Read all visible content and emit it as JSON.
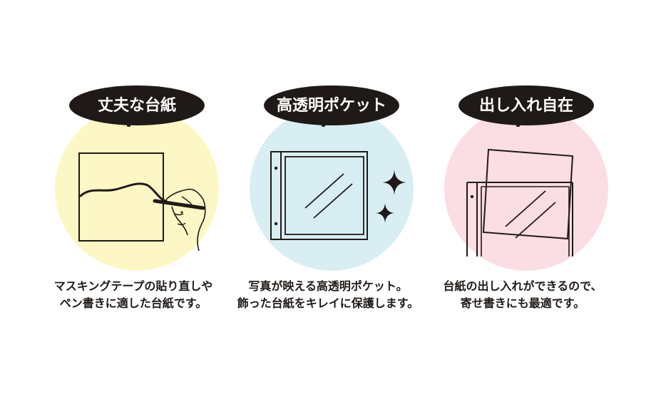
{
  "colors": {
    "ink": "#1f1a17",
    "bubble": "#1f1a17",
    "circle_yellow": "#fdf7c6",
    "circle_blue": "#d9eef3",
    "circle_pink": "#fbdde4"
  },
  "features": [
    {
      "title": "丈夫な台紙",
      "desc_line1": "マスキングテープの貼り直しや",
      "desc_line2": "ペン書きに適した台紙です。",
      "icon": "board-with-pen-hand-icon"
    },
    {
      "title": "高透明ポケット",
      "desc_line1": "写真が映える高透明ポケット。",
      "desc_line2": "飾った台紙をキレイに保護します。",
      "icon": "clear-pocket-sparkle-icon"
    },
    {
      "title": "出し入れ自在",
      "desc_line1": "台紙の出し入れができるので、",
      "desc_line2": "寄せ書きにも最適です。",
      "icon": "insert-sheet-into-pocket-icon"
    }
  ]
}
